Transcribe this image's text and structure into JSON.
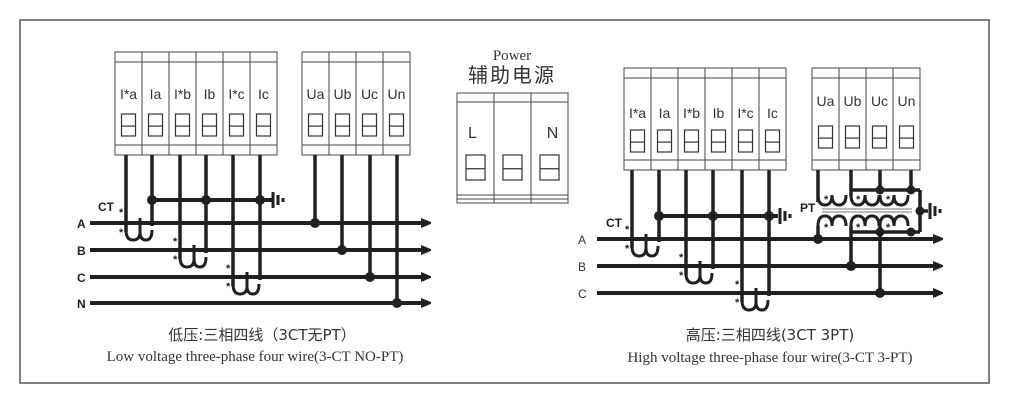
{
  "left_diagram": {
    "current_terminals": [
      "I*a",
      "Ia",
      "I*b",
      "Ib",
      "I*c",
      "Ic"
    ],
    "voltage_terminals": [
      "Ua",
      "Ub",
      "Uc",
      "Un"
    ],
    "ct_label": "CT",
    "phase_lines": [
      "A",
      "B",
      "C",
      "N"
    ],
    "caption_cn": "低压:三相四线（3CT无PT）",
    "caption_en": "Low voltage three-phase four wire(3-CT NO-PT)"
  },
  "power_block": {
    "title_en": "Power",
    "title_cn": "辅助电源",
    "terminals": [
      "L",
      "",
      "N"
    ]
  },
  "right_diagram": {
    "current_terminals": [
      "I*a",
      "Ia",
      "I*b",
      "Ib",
      "I*c",
      "Ic"
    ],
    "voltage_terminals": [
      "Ua",
      "Ub",
      "Uc",
      "Un"
    ],
    "ct_label": "CT",
    "pt_label": "PT",
    "phase_lines": [
      "A",
      "B",
      "C"
    ],
    "caption_cn": "高压:三相四线(3CT 3PT)",
    "caption_en": "High voltage three-phase four wire(3-CT 3-PT)"
  },
  "polarity_mark": "*"
}
